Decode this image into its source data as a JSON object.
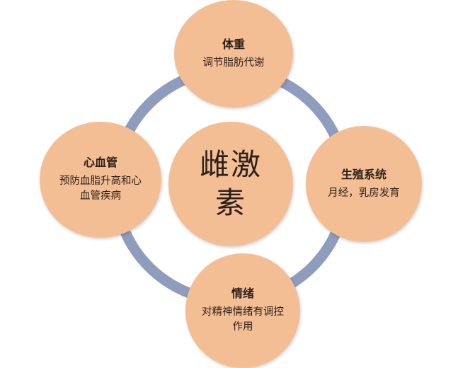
{
  "diagram": {
    "type": "cycle",
    "colors": {
      "node_fill": "#f4be94",
      "ring": "#8e9dbd",
      "text": "#2a1f1a",
      "background": "#ffffff"
    },
    "center": {
      "label": "雌激素"
    },
    "nodes": [
      {
        "position": "top",
        "title": "体重",
        "desc": "调节脂肪代谢"
      },
      {
        "position": "right",
        "title": "生殖系统",
        "desc": "月经，乳房发育"
      },
      {
        "position": "bottom",
        "title": "情绪",
        "desc": "对精神情绪有调控作用"
      },
      {
        "position": "left",
        "title": "心血管",
        "desc": "预防血脂升高和心血管疾病"
      }
    ]
  }
}
